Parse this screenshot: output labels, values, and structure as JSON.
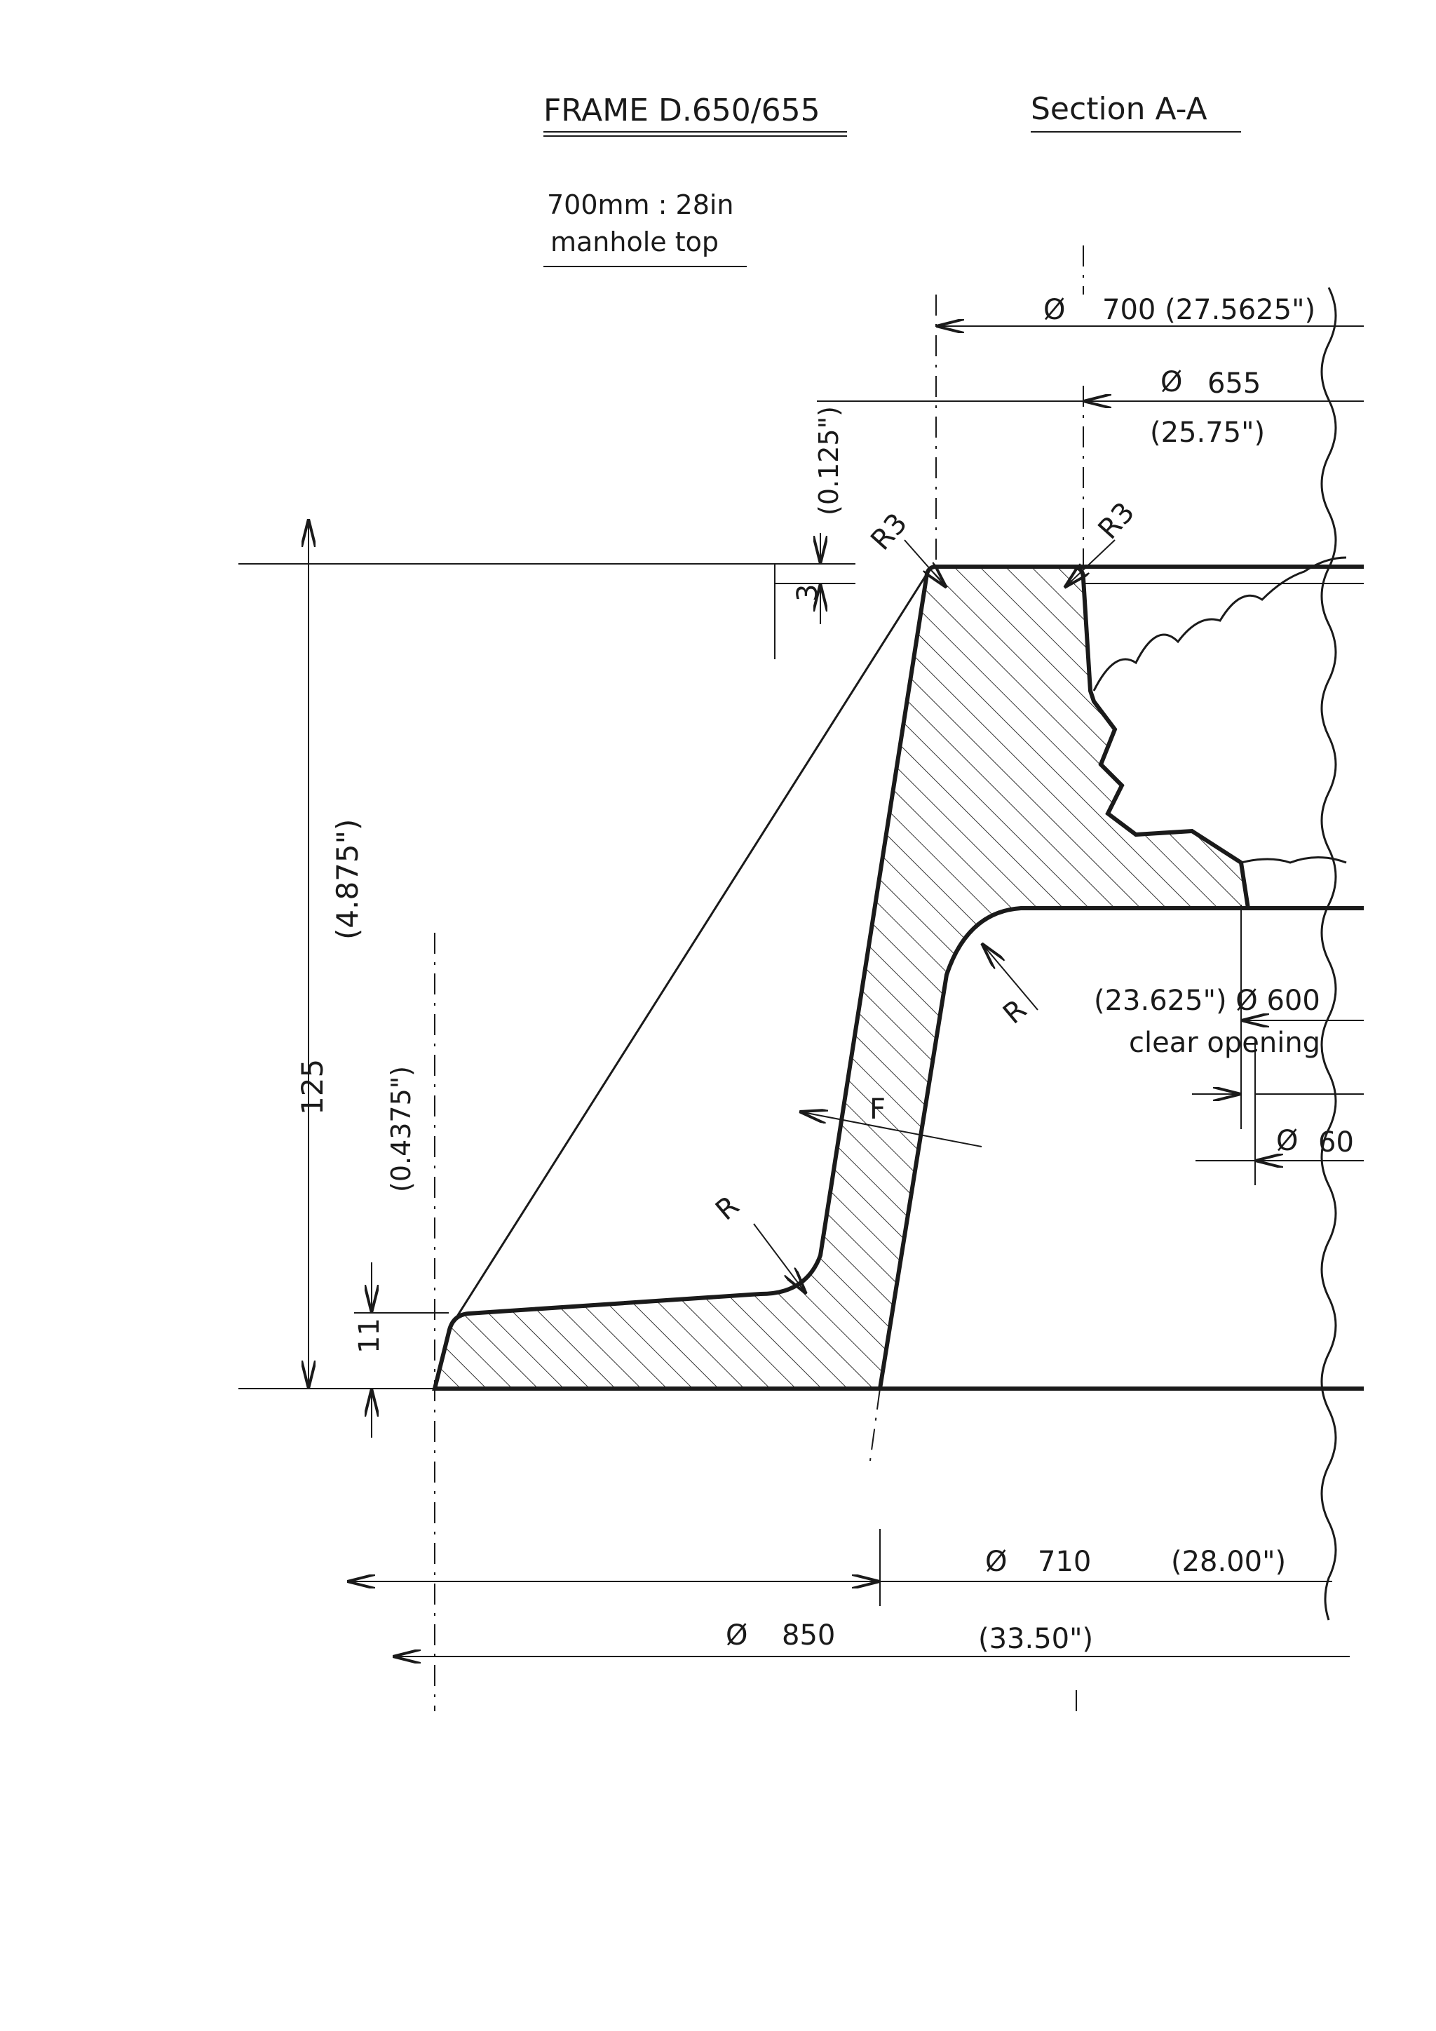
{
  "header": {
    "title": "FRAME  D.650/655",
    "section": "Section  A-A"
  },
  "note": {
    "line1": "700mm :  28in",
    "line2": "manhole  top"
  },
  "dimensions": {
    "dia700_symbol": "Ø",
    "dia700": "700  (27.5625\")",
    "dia655_symbol": "Ø",
    "dia655": "655",
    "dia655_in": "(25.75\")",
    "r3_left": "R3",
    "r3_right": "R3",
    "top_3": "3",
    "top_3_in": "(0.125\")",
    "height_125": "125",
    "height_in": "(4.875\")",
    "base_11": "11",
    "base_11_in": "(0.4375\")",
    "r_inner": "R",
    "r_lower": "R",
    "f_label": "F",
    "clear_value": "(23.625\")  Ø  600",
    "clear_text": "clear  opening",
    "dia60_symbol": "Ø",
    "dia60": "60",
    "dia710_symbol": "Ø",
    "dia710": "710",
    "dia710_in": "(28.00\")",
    "dia850_symbol": "Ø",
    "dia850": "850",
    "dia850_in": "(33.50\")"
  }
}
